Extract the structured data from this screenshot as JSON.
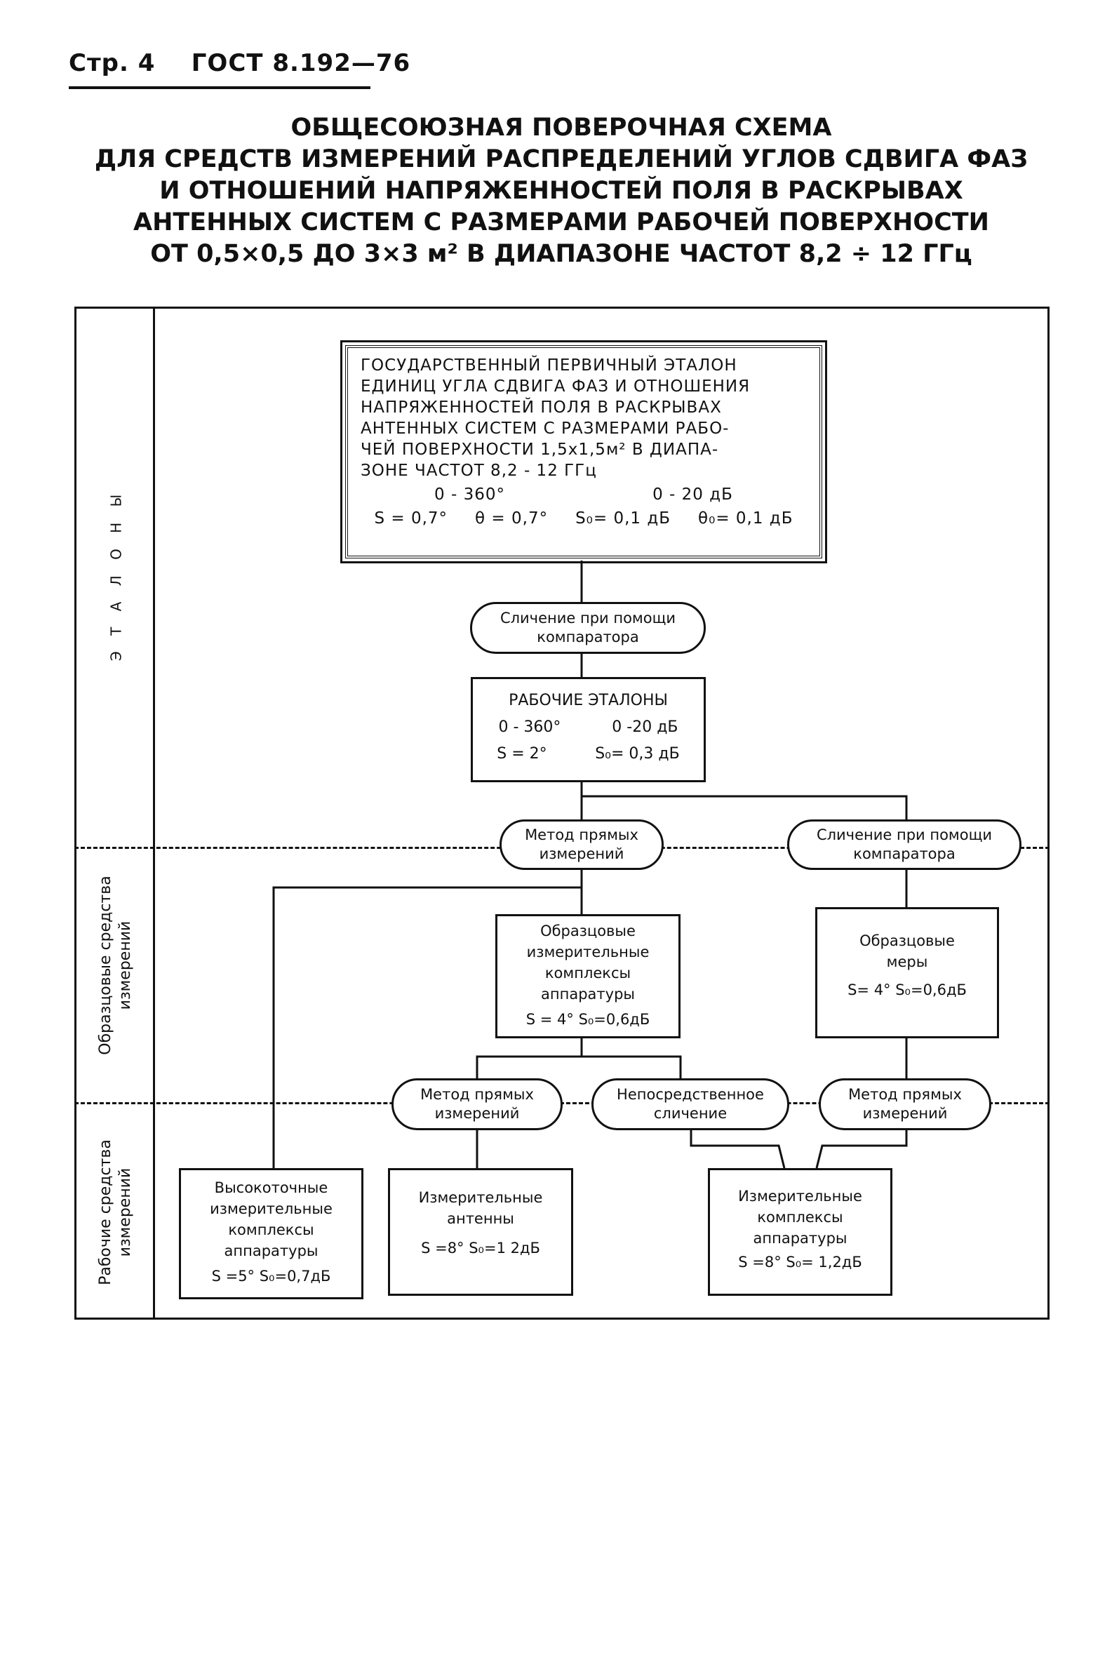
{
  "header": {
    "page": "Стр. 4",
    "standard": "ГОСТ 8.192—76"
  },
  "title": [
    "ОБЩЕСОЮЗНАЯ ПОВЕРОЧНАЯ СХЕМА",
    "ДЛЯ СРЕДСТВ ИЗМЕРЕНИЙ РАСПРЕДЕЛЕНИЙ УГЛОВ СДВИГА ФАЗ",
    "И ОТНОШЕНИЙ НАПРЯЖЕННОСТЕЙ ПОЛЯ В РАСКРЫВАХ",
    "АНТЕННЫХ СИСТЕМ С РАЗМЕРАМИ РАБОЧЕЙ ПОВЕРХНОСТИ",
    "ОТ 0,5×0,5 ДО 3×3 м² В ДИАПАЗОНЕ ЧАСТОТ 8,2 ÷ 12 ГГц"
  ],
  "sections": {
    "etalony": "Э Т А Л О Н Ы",
    "obraz_1": "Образцовые средства",
    "obraz_2": "измерений",
    "rab_1": "Рабочие средства",
    "rab_2": "измерений"
  },
  "primary": {
    "lines": [
      "ГОСУДАРСТВЕННЫЙ ПЕРВИЧНЫЙ ЭТАЛОН",
      "ЕДИНИЦ УГЛА СДВИГА ФАЗ И ОТНОШЕНИЯ",
      "НАПРЯЖЕННОСТЕЙ ПОЛЯ В РАСКРЫВАХ",
      "АНТЕННЫХ СИСТЕМ С РАЗМЕРАМИ РАБО-",
      "ЧЕЙ ПОВЕРХНОСТИ 1,5x1,5м² В ДИАПА-",
      "ЗОНЕ ЧАСТОТ  8,2 - 12  ГГц"
    ],
    "range_phase": "0 - 360°",
    "range_db": "0 - 20 дБ",
    "s_phase": "S = 0,7°",
    "theta_phase": "θ = 0,7°",
    "s_db": "S₀= 0,1 дБ",
    "theta_db": "θ₀= 0,1 дБ"
  },
  "comp1": {
    "l1": "Сличение при помощи",
    "l2": "компаратора"
  },
  "working": {
    "title": "РАБОЧИЕ ЭТАЛОНЫ",
    "range_phase": "0 - 360°",
    "range_db": "0 -20 дБ",
    "s_phase": "S = 2°",
    "s_db": "S₀= 0,3 дБ"
  },
  "method1": {
    "l1": "Метод прямых",
    "l2": "измерений"
  },
  "comp2": {
    "l1": "Сличение при помощи",
    "l2": "компаратора"
  },
  "ref_complex": {
    "l1": "Образцовые",
    "l2": "измерительные",
    "l3": "комплексы",
    "l4": "аппаратуры",
    "acc": "S = 4°  S₀=0,6дБ"
  },
  "ref_measures": {
    "l1": "Образцовые",
    "l2": "меры",
    "acc": "S= 4° S₀=0,6дБ"
  },
  "method2": {
    "l1": "Метод прямых",
    "l2": "измерений"
  },
  "direct": {
    "l1": "Непосредственное",
    "l2": "сличение"
  },
  "method3": {
    "l1": "Метод прямых",
    "l2": "измерений"
  },
  "hp_complex": {
    "l1": "Высокоточные",
    "l2": "измерительные",
    "l3": "комплексы",
    "l4": "аппаратуры",
    "acc": "S =5°  S₀=0,7дБ"
  },
  "antennas": {
    "l1": "Измерительные",
    "l2": "антенны",
    "acc": "S =8°  S₀=1 2дБ"
  },
  "work_complex": {
    "l1": "Измерительные",
    "l2": "комплексы",
    "l3": "аппаратуры",
    "acc": "S =8°  S₀= 1,2дБ"
  }
}
